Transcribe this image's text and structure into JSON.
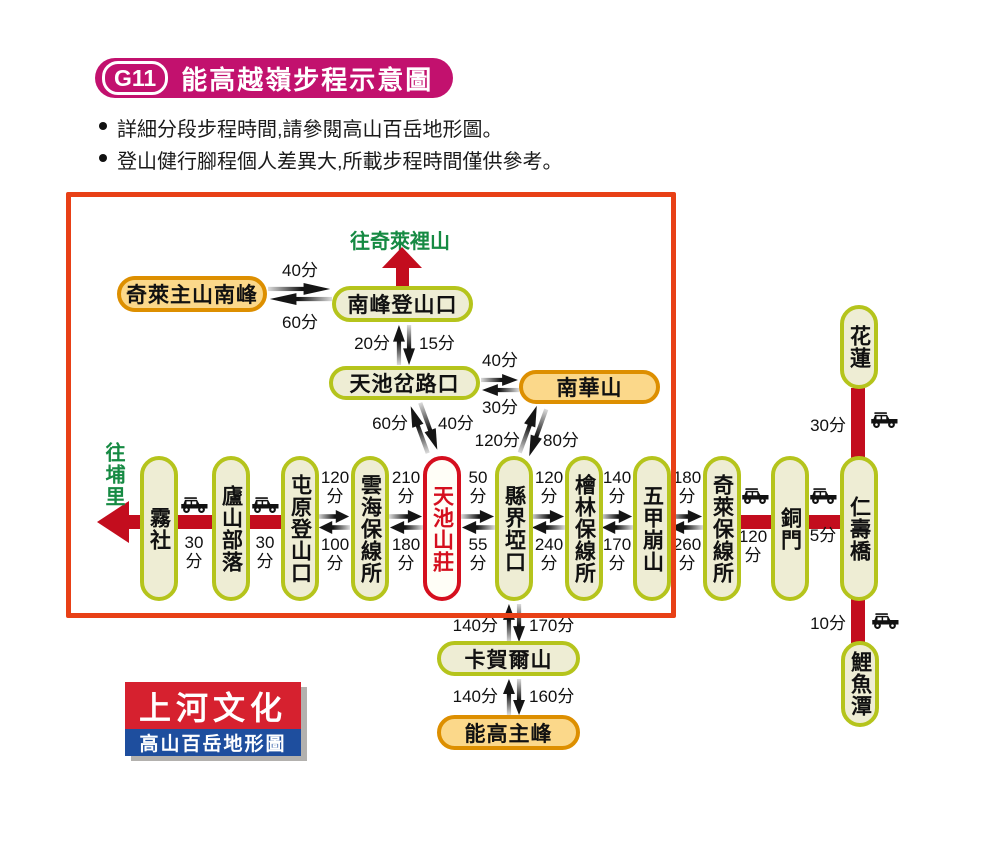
{
  "header": {
    "badge": "G11",
    "title": "能高越嶺步程示意圖",
    "notes": [
      "詳細分段步程時間,請參閱高山百岳地形圖。",
      "登山健行腳程個人差異大,所載步程時間僅供參考。"
    ]
  },
  "directions": {
    "north_branch": "往奇萊裡山",
    "west_exit": "往埔里"
  },
  "nodes": {
    "qilai_main_south_peak": "奇萊主山南峰",
    "nanfeng_trailhead": "南峰登山口",
    "tianchi_junction": "天池岔路口",
    "nanhua_mountain": "南華山",
    "wushe": "霧社",
    "lushan_village": "廬山部落",
    "tunyuan_trailhead": "屯原登山口",
    "yunhai_station": "雲海保線所",
    "tianchi_lodge": "天池山莊",
    "county_pass": "縣界埡口",
    "kuailin_station": "檜林保線所",
    "wujia_landslide": "五甲崩山",
    "qilai_station": "奇萊保線所",
    "tongmen": "銅門",
    "renshou_bridge": "仁壽橋",
    "hualien": "花蓮",
    "liyu_lake": "鯉魚潭",
    "kaheer_mountain": "卡賀爾山",
    "nenggao_main_peak": "能高主峰"
  },
  "times": {
    "unit": "分",
    "qilai_nanfeng": {
      "go": "40分",
      "back": "60分"
    },
    "nanfeng_junction": {
      "up": "20分",
      "down": "15分"
    },
    "junction_nanhua": {
      "go": "40分",
      "back": "30分"
    },
    "junction_lodge": {
      "left": "60分",
      "right": "40分"
    },
    "nanhua_pass": {
      "left": "120分",
      "right": "80分"
    },
    "tunyuan_yunhai": {
      "east": "120",
      "west": "100"
    },
    "yunhai_lodge": {
      "east": "210",
      "west": "180"
    },
    "lodge_pass": {
      "east": "50",
      "west": "55"
    },
    "pass_kuailin": {
      "east": "120",
      "west": "240"
    },
    "kuailin_wujia": {
      "east": "140",
      "west": "170"
    },
    "wujia_qilai": {
      "east": "180",
      "west": "260"
    },
    "wushe_lushan": "30",
    "lushan_tunyuan": "30",
    "qilai_tongmen": "120",
    "tongmen_renshou": "5分",
    "hualien_renshou": "30分",
    "renshou_liyu": "10分",
    "pass_kaheer": {
      "left": "140分",
      "right": "170分"
    },
    "kaheer_nenggao": {
      "left": "140分",
      "right": "160分"
    }
  },
  "logo": {
    "brand": "上河文化",
    "series": "高山百岳地形圖"
  },
  "colors": {
    "badge_magenta": "#c2116e",
    "trail_node_border": "#b5c41c",
    "trail_node_fill": "#eeedd4",
    "peak_node_border": "#dd8f00",
    "peak_node_fill": "#fbd88a",
    "lodge_red": "#d50f1e",
    "road_red": "#c30d1e",
    "box_red": "#e84016",
    "direction_green": "#168a43",
    "logo_red": "#d6212f",
    "logo_blue": "#1e4e9e"
  }
}
